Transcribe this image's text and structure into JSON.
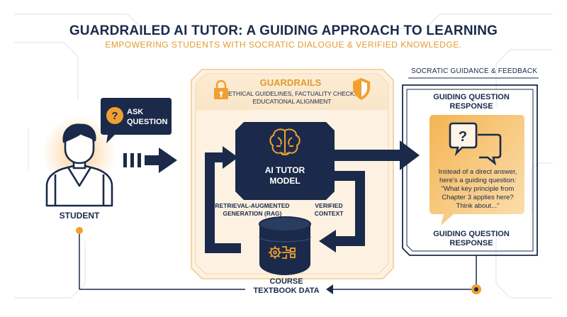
{
  "title": "GUARDRAILED AI TUTOR: A GUIDING APPROACH TO LEARNING",
  "subtitle": "EMPOWERING STUDENTS WITH SOCRATIC DIALOGUE & VERIFIED KNOWLEDGE.",
  "student": {
    "label": "STUDENT"
  },
  "ask_bubble": {
    "line1": "ASK",
    "line2": "QUESTION"
  },
  "guardrails": {
    "heading": "GUARDRAILS",
    "line1": "ETHICAL GUIDELINES, FACTUALITY CHECK,",
    "line2": "EDUCATIONAL ALIGNMENT"
  },
  "model": {
    "line1": "AI TUTOR",
    "line2": "MODEL"
  },
  "rag": {
    "line1": "RETRIEVAL-AUGMENTED",
    "line2": "GENERATION (RAG)"
  },
  "verified": {
    "line1": "VERIFIED",
    "line2": "CONTEXT"
  },
  "database": {
    "line1": "COURSE",
    "line2": "TEXTBOOK DATA"
  },
  "socratic": {
    "section_label": "SOCRATIC GUIDANCE & FEEDBACK",
    "top_title_line1": "GUIDING QUESTION",
    "top_title_line2": "RESPONSE",
    "bubble_lines": [
      "Instead of a direct answer,",
      "here's a guiding question:",
      "\"What key principle from",
      "Chapter 3 applies here?",
      "Think about...\""
    ],
    "bottom_title_line1": "GUIDING QUESTION",
    "bottom_title_line2": "RESPONSE"
  },
  "colors": {
    "navy": "#1b2a4a",
    "orange": "#f0a030",
    "light_orange": "#fbe3bd",
    "grid": "#e6e8ec"
  },
  "icons": [
    "question-mark-icon",
    "lock-icon",
    "shield-icon",
    "brain-icon",
    "database-icon",
    "gear-icon",
    "speech-bubbles-icon",
    "student-icon"
  ]
}
